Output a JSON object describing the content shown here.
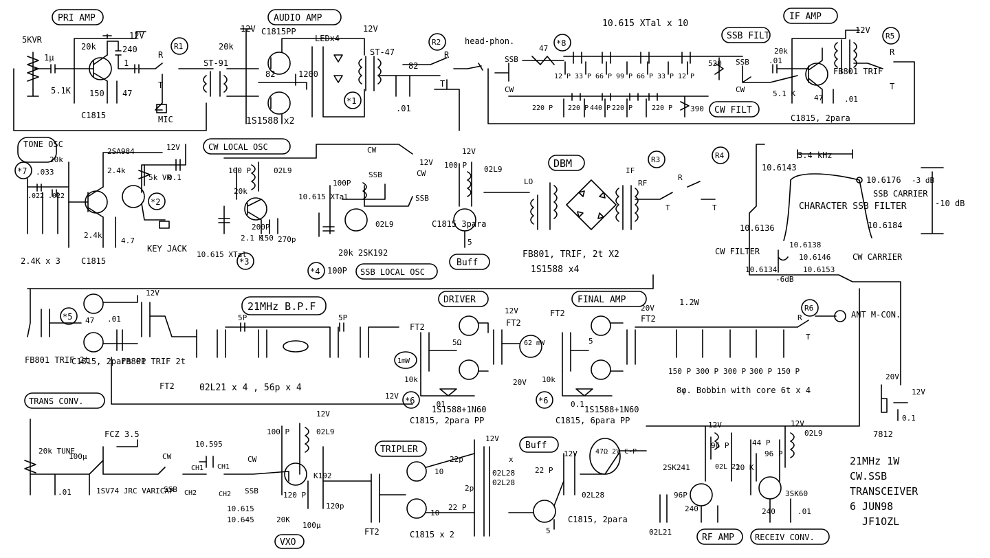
{
  "sections": {
    "pri_amp": "PRI AMP",
    "audio_amp": "AUDIO AMP",
    "ssb_filt": "SSB FILT",
    "if_amp": "IF AMP",
    "cw_filt": "CW FILT",
    "tone_osc": "TONE OSC",
    "cw_local_osc": "CW LOCAL OSC",
    "dbm": "DBM",
    "ssb_local_osc": "SSB LOCAL OSC",
    "buff_top": "Buff",
    "bpf": "21MHz B.P.F",
    "driver": "DRIVER",
    "final_amp": "FINAL AMP",
    "trans_conv": "TRANS CONV.",
    "tripler": "TRIPLER",
    "buff_bottom": "Buff",
    "vxo": "VXO",
    "rf_amp": "RF AMP",
    "receiv_conv": "RECEIV CONV."
  },
  "relays": {
    "r1": "R1",
    "r2": "R2",
    "r3": "R3",
    "r4": "R4",
    "r5": "R5",
    "r6": "R6"
  },
  "marks": {
    "m1": "*1",
    "m2": "*2",
    "m3": "*3",
    "m4": "*4",
    "m5": "*5",
    "m6a": "*6",
    "m6b": "*6",
    "m7": "*7",
    "m8": "*8"
  },
  "pri_amp": {
    "vr": "5KVR",
    "c_in": "1μ",
    "r_top": "20k",
    "r_col": "240",
    "c_out": "1",
    "r_bot": "5.1K",
    "r_emit": "150",
    "c_emit": "47",
    "tr": "C1815",
    "mic": "MIC",
    "v": "12V",
    "r": "R",
    "t": "T"
  },
  "audio_amp": {
    "v1": "12V",
    "v2": "12V",
    "tr_in": "ST-91",
    "r_top": "20k",
    "tr_pp": "C1815PP",
    "led": "LEDx4",
    "r82": "82",
    "c1200": "1200",
    "diode": "1S1588 x2",
    "tr_out": "ST-47"
  },
  "headphone": {
    "r82": "82",
    "c01": ".01",
    "label": "head-phon.",
    "r": "R",
    "t": "T"
  },
  "ssb_filt": {
    "ssb_in": "SSB",
    "cw_in": "CW",
    "r47": "47",
    "xtal": "10.615 XTal x 10",
    "caps": [
      "12 P",
      "33 P",
      "66 P",
      "99 P",
      "66 P",
      "33 P",
      "12 P"
    ],
    "r520": "520",
    "ssb_out": "SSB",
    "cw_out": "CW"
  },
  "cw_filt": {
    "caps": [
      "220 P",
      "220 P",
      "440 P",
      "220 P",
      "220 P"
    ],
    "r390": "390"
  },
  "if_amp": {
    "v": "12V",
    "c01a": ".01",
    "r20k": "20k",
    "r5k": "5.1 K",
    "c47": "47",
    "c01b": ".01",
    "core": "FB801 TRIF",
    "tr": "C1815, 2para",
    "r": "R",
    "t": "T"
  },
  "tone_osc": {
    "c033": ".033",
    "c022a": ".022",
    "c022b": ".022",
    "r20k": "20k",
    "r24k": "2.4k",
    "tr_pnp": "2SA984",
    "r24k2": "2.4k",
    "vr": "5k VR",
    "c01": "0.1",
    "c47": "4.7",
    "r_x3": "2.4K x 3",
    "tr": "C1815",
    "key": "KEY JACK",
    "v": "12V"
  },
  "cw_osc": {
    "c100": "100 P",
    "r20k": "20k",
    "coil": "02L9",
    "c200": "200P",
    "r21k": "2.1 K",
    "r150": "150",
    "c270": "270p",
    "xtal": "10.615 XTal",
    "cw": "CW",
    "v": "12V"
  },
  "ssb_osc": {
    "c100": "100P",
    "ssb1": "SSB",
    "xtal": "10.615 XTal",
    "coil": "02L9",
    "ssb2": "SSB",
    "cw": "CW",
    "tr": "20k 2SK192",
    "c100b": "100P"
  },
  "buff_top": {
    "c100": "100 P",
    "v": "12V",
    "coil": "02L9",
    "tr": "C1815 3para",
    "s": "5"
  },
  "dbm": {
    "lo": "LO",
    "if": "IF",
    "rf": "RF",
    "core": "FB801, TRIF, 2t X2",
    "diode": "1S1588 x4",
    "r": "R",
    "t1": "T",
    "t2": "T"
  },
  "char": {
    "bw": "3.4 kHz",
    "f1": "10.6143",
    "f2": "10.6176",
    "f3": "10.6136",
    "f4": "10.6184",
    "db3": "-3 dB",
    "db10": "-10 dB",
    "title": "CHARACTER SSB FILTER",
    "ssb_carrier": "SSB CARRIER",
    "cw_filter": "CW FILTER",
    "cw_f1": "10.6138",
    "cw_f2": "10.6146",
    "cw_f3": "10.6134",
    "cw_f4": "10.6153",
    "cw_db": "-6dB",
    "cw_carrier": "CW CARRIER"
  },
  "trans_conv": {
    "v": "12V",
    "c01": ".01",
    "c47": "47",
    "core1": "FB801 TRIF 2t",
    "tr": "C1815, 2para PP",
    "core2": "FB801 TRIF 2t",
    "to": "FT2"
  },
  "bpf": {
    "c5p1": "5P",
    "c5p2": "5P",
    "parts": "02L21 x 4 , 56p x 4"
  },
  "driver": {
    "ft2a": "FT2",
    "ft2b": "FT2",
    "v": "12V",
    "r5": "5Ω",
    "c62": "62 mW",
    "c1": "1mW",
    "r10k": "10k",
    "v12": "12V",
    "c01": ".01",
    "diode": "1S1588+1N60",
    "tr": "C1815, 2para PP"
  },
  "final_amp": {
    "ft2a": "FT2",
    "ft2b": "FT2",
    "v": "20V",
    "r5": "5",
    "power": "1.2W",
    "v20": "20V",
    "r10k": "10k",
    "c01": "0.1",
    "diode": "1S1588+1N60",
    "tr": "C1815, 6para PP"
  },
  "lpf": {
    "caps": [
      "150 P",
      "300 P",
      "300 P",
      "300 P",
      "150 P"
    ],
    "coil": "8φ. Bobbin with core 6t x 4",
    "ant": "ANT M-CON.",
    "r": "R",
    "t": "T"
  },
  "reg": {
    "v_in": "20V",
    "v_out": "12V",
    "c": "0.1",
    "ic": "7812"
  },
  "vxo": {
    "fcz": "FCZ 3.5",
    "tune": "20k TUNE",
    "c100u": "100μ",
    "c01": ".01",
    "varicap": "1SV74 JRC VARICAP",
    "cw1": "CW",
    "x1": "10.595",
    "ch1a": "CH1",
    "ch1b": "CH1",
    "cw2": "CW",
    "ssb1": "SSB",
    "ch2a": "CH2",
    "ch2b": "CH2",
    "ssb2": "SSB",
    "x2": "10.615",
    "x3": "10.645",
    "c100": "100 P",
    "v": "12V",
    "coil": "02L9",
    "tr": "K192",
    "c120a": "120 P",
    "r20k": "20K",
    "l100": "100μ",
    "c120b": "120p"
  },
  "tripler": {
    "ft2": "FT2",
    "r10a": "10",
    "r10b": "10",
    "c22a": "22p",
    "c22b": "22 P",
    "c2p": "2p",
    "v": "12V",
    "coil1": "02L28",
    "coil2": "02L28",
    "x": "x",
    "tr": "C1815 x 2"
  },
  "buff_bot": {
    "v": "12V",
    "c22": "22 P",
    "cp": "47Ω 2V C-P",
    "coil": "02L28",
    "r5": "5",
    "tr": "C1815, 2para"
  },
  "rf_amp": {
    "v": "12V",
    "c96a": "96 P",
    "coil1": "02L 21",
    "tr": "2SK241",
    "c96b": "96P",
    "r240": "240",
    "coil2": "02L21"
  },
  "receiv_conv": {
    "v": "12V",
    "c44": "44 P",
    "r20k": "20 K",
    "c96": "96 P",
    "coil": "02L9",
    "tr": "3SK60",
    "r240": "240",
    "c01": ".01"
  },
  "title_block": {
    "l1": "21MHz 1W",
    "l2": "CW.SSB",
    "l3": "TRANSCEIVER",
    "l4": "6 JUN98",
    "l5": "JF1OZL"
  }
}
